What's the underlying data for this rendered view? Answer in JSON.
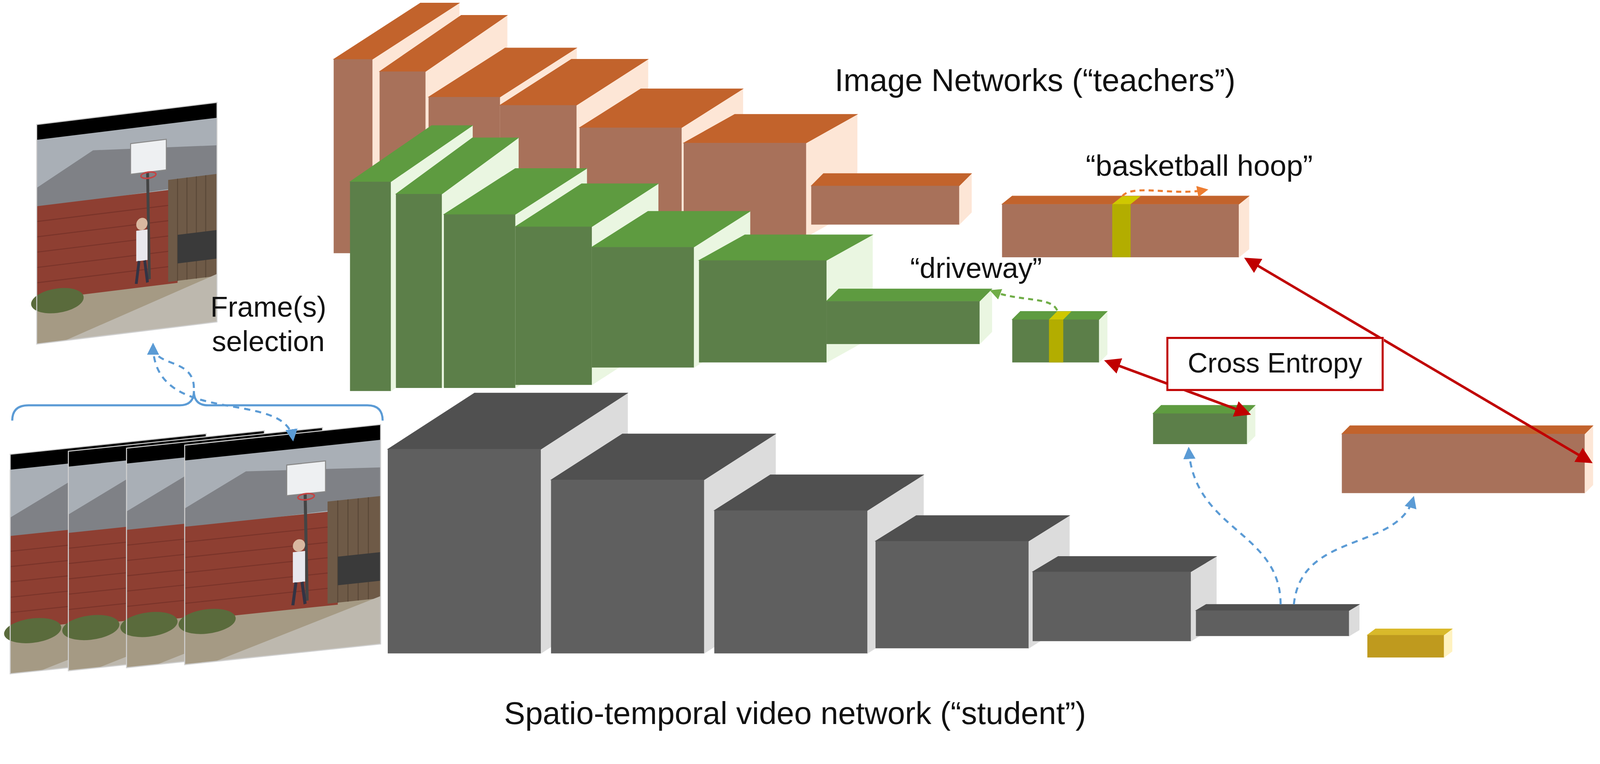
{
  "diagram": {
    "nodes": [
      {
        "text": [
          "Cross Entropy"
        ]
      }
    ],
    "labels": [
      "Image Networks (“teachers”)",
      "“basketball hoop”",
      "“driveway”",
      "Frame(s) selection",
      "Spatio-temporal video network (“student”)"
    ]
  }
}
